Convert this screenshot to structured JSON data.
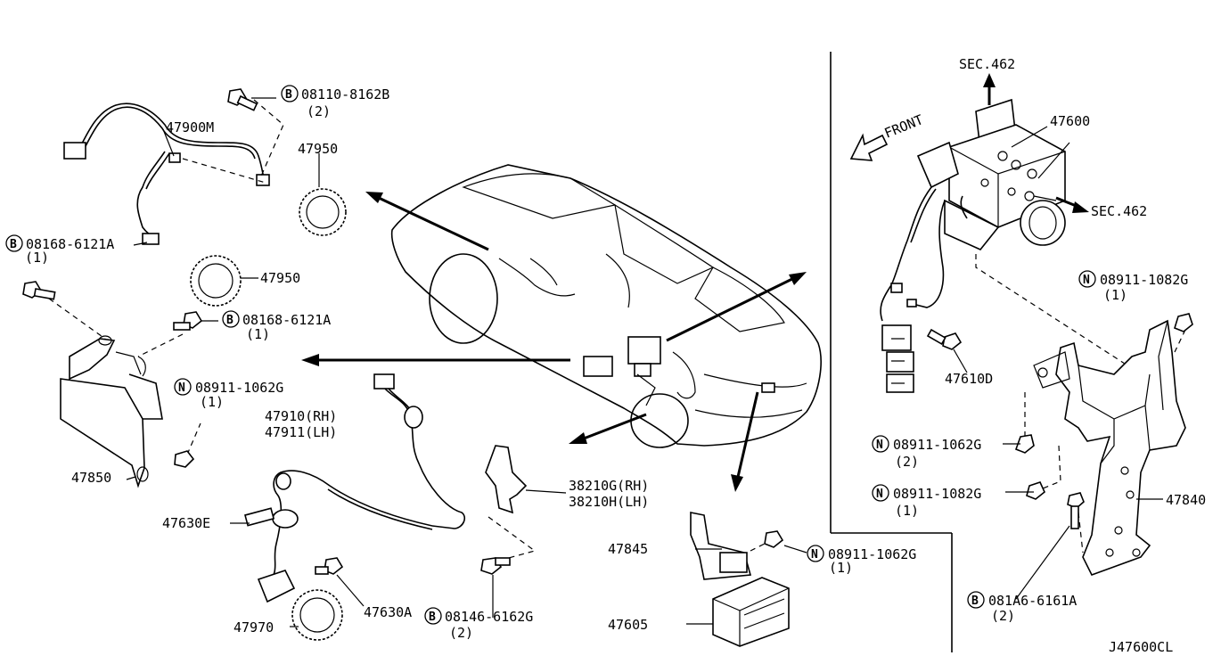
{
  "diagram_code": "J47600CL",
  "labels": {
    "sec_top": "SEC.462",
    "sec_right": "SEC.462",
    "front": "FRONT",
    "p47600": "47600",
    "p47610d": "47610D",
    "p47840": "47840",
    "p47845": "47845",
    "p47605": "47605",
    "p47850": "47850",
    "p47900m": "47900M",
    "p47950a": "47950",
    "p47950b": "47950",
    "p47910": "47910(RH)",
    "p47911": "47911(LH)",
    "p47630e": "47630E",
    "p47630a": "47630A",
    "p47970": "47970",
    "p38210g": "38210G(RH)",
    "p38210h": "38210H(LH)"
  },
  "fasteners": [
    {
      "prefix": "B",
      "part": "08110-8162B",
      "qty": "(2)"
    },
    {
      "prefix": "B",
      "part": "08168-6121A",
      "qty": "(1)"
    },
    {
      "prefix": "B",
      "part": "08168-6121A",
      "qty": "(1)"
    },
    {
      "prefix": "N",
      "part": "08911-1062G",
      "qty": "(1)"
    },
    {
      "prefix": "B",
      "part": "08146-6162G",
      "qty": "(2)"
    },
    {
      "prefix": "N",
      "part": "08911-1062G",
      "qty": "(1)"
    },
    {
      "prefix": "N",
      "part": "08911-1082G",
      "qty": "(1)"
    },
    {
      "prefix": "N",
      "part": "08911-1062G",
      "qty": "(2)"
    },
    {
      "prefix": "N",
      "part": "08911-1082G",
      "qty": "(1)"
    },
    {
      "prefix": "B",
      "part": "081A6-6161A",
      "qty": "(2)"
    }
  ]
}
